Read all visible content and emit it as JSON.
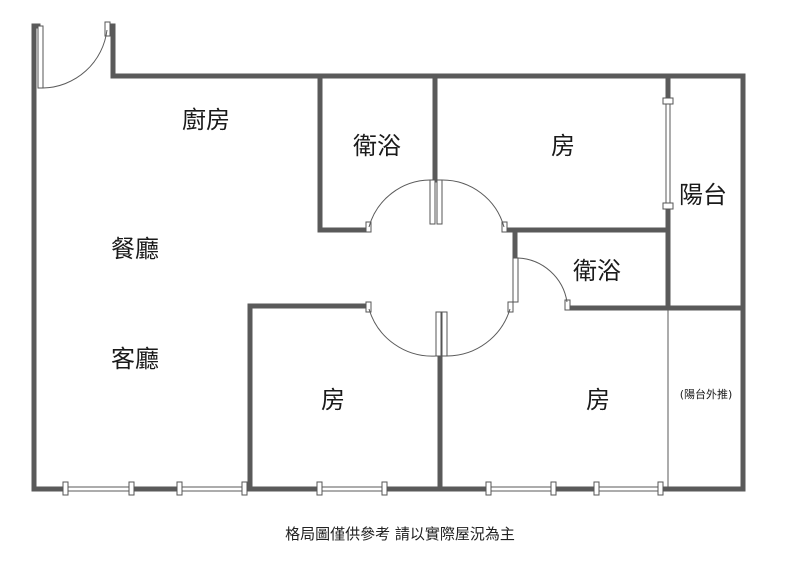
{
  "rooms": {
    "kitchen": "廚房",
    "dining": "餐廳",
    "living": "客廳",
    "bath_top": "衛浴",
    "bedroom_top": "房",
    "balcony_top": "陽台",
    "bath_right": "衛浴",
    "bedroom_left": "房",
    "bedroom_right": "房",
    "balcony_enclosed": "(陽台外推)"
  },
  "disclaimer": "格局圖僅供參考 請以實際屋況為主",
  "colors": {
    "wall": "#5a5a5a",
    "text": "#1a1a1a",
    "background": "#ffffff"
  }
}
